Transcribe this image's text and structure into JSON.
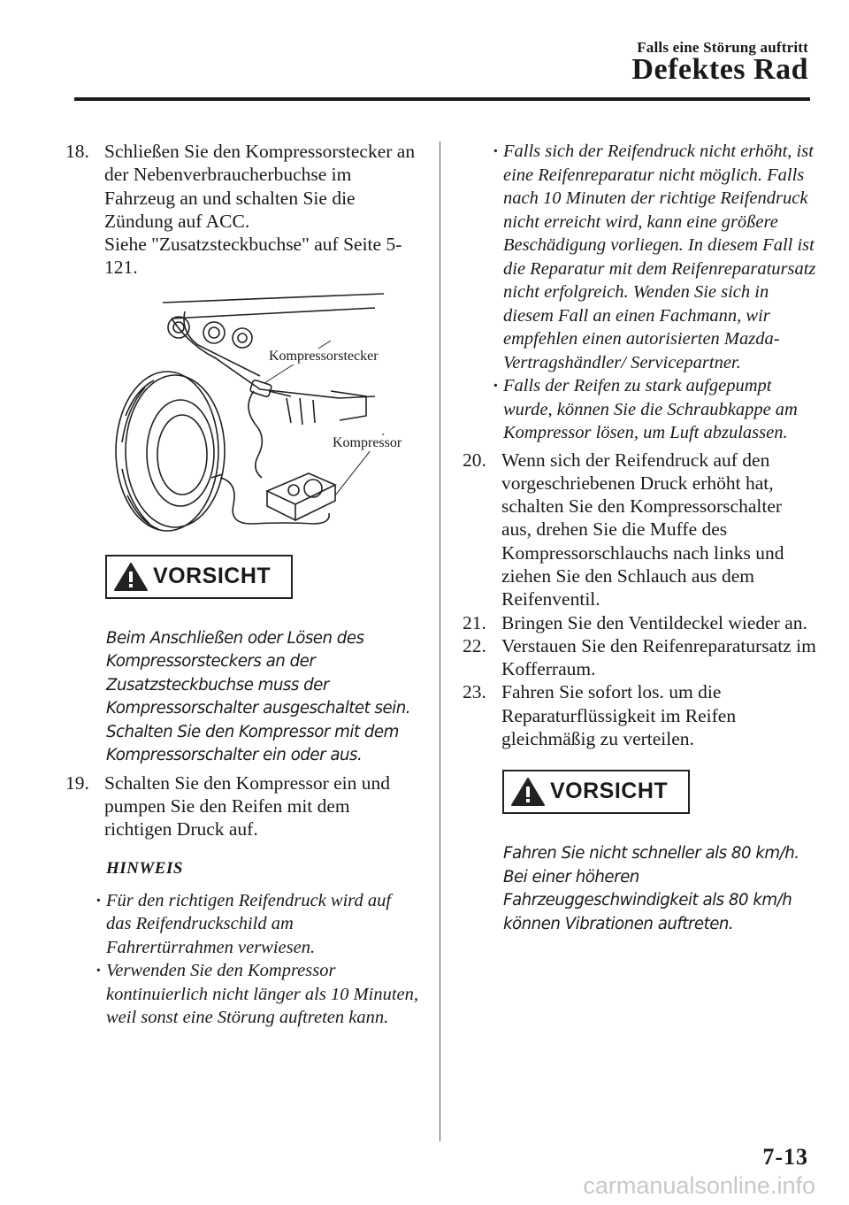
{
  "header": {
    "section": "Falls eine Störung auftritt",
    "title": "Defektes Rad"
  },
  "left": {
    "step18": {
      "num": "18.",
      "text": "Schließen Sie den Kompressorstecker an der Nebenverbraucherbuchse im Fahrzeug an und schalten Sie die Zündung auf ACC.",
      "ref": "Siehe \"Zusatzsteckbuchse\" auf Seite 5-121."
    },
    "figure": {
      "label_plug": "Kompressorstecker",
      "label_compressor": "Kompressor"
    },
    "caution1": {
      "label": "VORSICHT",
      "text": "Beim Anschließen oder Lösen des Kompressorsteckers an der Zusatzsteckbuchse muss der Kompressorschalter ausgeschaltet sein. Schalten Sie den Kompressor mit dem Kompressorschalter ein oder aus."
    },
    "step19": {
      "num": "19.",
      "text": "Schalten Sie den Kompressor ein und pumpen Sie den Reifen mit dem richtigen Druck auf."
    },
    "note": {
      "heading": "HINWEIS",
      "bullets": [
        "Für den richtigen Reifendruck wird auf das Reifendruckschild am Fahrertürrahmen verwiesen.",
        "Verwenden Sie den Kompressor kontinuierlich nicht länger als 10 Minuten, weil sonst eine Störung auftreten kann."
      ]
    }
  },
  "right": {
    "note_bullets": [
      "Falls sich der Reifendruck nicht erhöht, ist eine Reifenreparatur nicht möglich. Falls nach 10 Minuten der richtige Reifendruck nicht erreicht wird, kann eine größere Beschädigung vorliegen. In diesem Fall ist die Reparatur mit dem Reifenreparatursatz nicht erfolgreich. Wenden Sie sich in diesem Fall an einen Fachmann, wir empfehlen einen autorisierten Mazda-Vertragshändler/ Servicepartner.",
      "Falls der Reifen zu stark aufgepumpt wurde, können Sie die Schraubkappe am Kompressor lösen, um Luft abzulassen."
    ],
    "step20": {
      "num": "20.",
      "text": "Wenn sich der Reifendruck auf den vorgeschriebenen Druck erhöht hat, schalten Sie den Kompressorschalter aus, drehen Sie die Muffe des Kompressorschlauchs nach links und ziehen Sie den Schlauch aus dem Reifenventil."
    },
    "step21": {
      "num": "21.",
      "text": "Bringen Sie den Ventildeckel wieder an."
    },
    "step22": {
      "num": "22.",
      "text": "Verstauen Sie den Reifenreparatursatz im Kofferraum."
    },
    "step23": {
      "num": "23.",
      "text": "Fahren Sie sofort los. um die Reparaturflüssigkeit im Reifen gleichmäßig zu verteilen."
    },
    "caution2": {
      "label": "VORSICHT",
      "text": "Fahren Sie nicht schneller als 80 km/h. Bei einer höheren Fahrzeuggeschwindigkeit als 80 km/h können Vibrationen auftreten."
    }
  },
  "footer": {
    "page_number": "7-13",
    "watermark": "carmanualsonline.info"
  }
}
